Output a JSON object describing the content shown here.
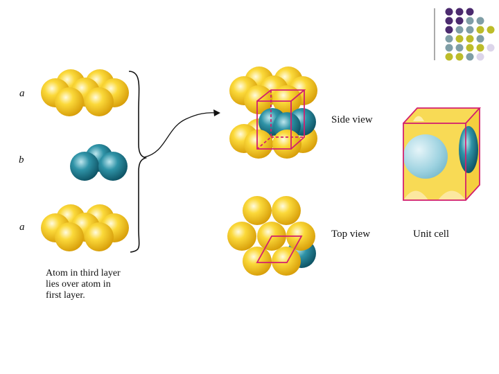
{
  "layers": [
    "a",
    "b",
    "a"
  ],
  "caption": {
    "line1": "Atom in third layer",
    "line2": "lies over atom in",
    "line3": "first layer."
  },
  "views": {
    "side": "Side view",
    "top": "Top view",
    "unit_cell": "Unit cell"
  },
  "colors": {
    "gold_atom": "#f6c61a",
    "teal_atom": "#2a8ea0",
    "outline": "#d21f6e",
    "cell_fill": "#f8da55",
    "cell_ball": "#8ec9d8",
    "dot_purple": "#4b2a6e",
    "dot_gray": "#7f9ea6",
    "dot_olive": "#bcbc2a",
    "dot_lavender": "#dcd5ea"
  }
}
